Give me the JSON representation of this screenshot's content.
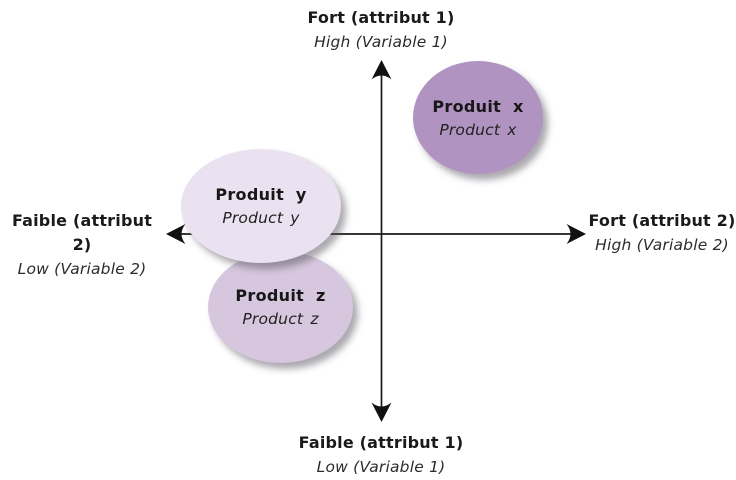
{
  "diagram": {
    "type": "perceptual-map",
    "background_color": "#ffffff",
    "axes": {
      "line_color": "#1a1a1a",
      "top": {
        "fr": "Fort (attribut 1)",
        "en": "High (Variable 1)"
      },
      "bottom": {
        "fr": "Faible (attribut 1)",
        "en": "Low (Variable 1)"
      },
      "left": {
        "fr": "Faible (attribut 2)",
        "en": "Low (Variable 2)"
      },
      "right": {
        "fr": "Fort (attribut 2)",
        "en": "High (Variable 2)"
      }
    },
    "bubbles": [
      {
        "id": "product-x",
        "fr": "Produit x",
        "en": "Product x",
        "fill": "#b193c1",
        "quadrant": "top-right"
      },
      {
        "id": "product-y",
        "fr": "Produit y",
        "en": "Product y",
        "fill": "#eae2f0",
        "quadrant": "middle-left"
      },
      {
        "id": "product-z",
        "fr": "Produit z",
        "en": "Product z",
        "fill": "#d6c6de",
        "quadrant": "bottom-left"
      }
    ]
  }
}
